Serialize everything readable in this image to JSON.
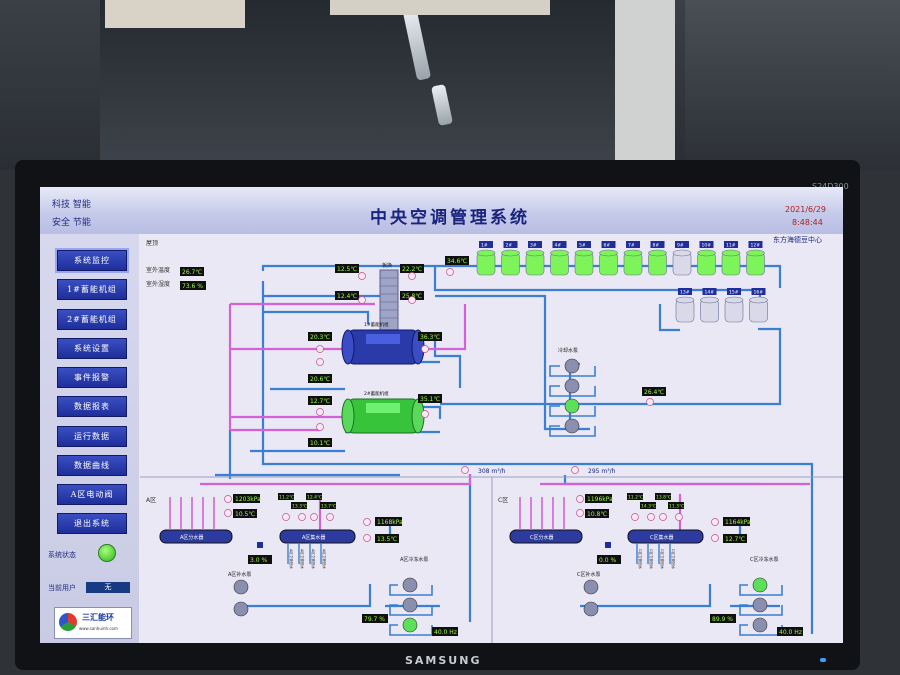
{
  "header": {
    "slogan_line1": "科技  智能",
    "slogan_line2": "安全  节能",
    "title": "中央空调管理系统",
    "date": "2021/6/29",
    "time": "8:48:44",
    "org": "东方海德豆中心"
  },
  "nav": [
    {
      "label": "系统监控",
      "active": true
    },
    {
      "label": "1#蓄能机组",
      "active": false
    },
    {
      "label": "2#蓄能机组",
      "active": false
    },
    {
      "label": "系统设置",
      "active": false
    },
    {
      "label": "事件报警",
      "active": false
    },
    {
      "label": "数据报表",
      "active": false
    },
    {
      "label": "运行数据",
      "active": false
    },
    {
      "label": "数据曲线",
      "active": false
    },
    {
      "label": "A区电动阀",
      "active": false
    },
    {
      "label": "退出系统",
      "active": false
    }
  ],
  "side": {
    "status_label": "系统状态",
    "user_label": "当前用户",
    "user_value": "无"
  },
  "logo": {
    "name": "三汇能环",
    "url": "www.sanhuinh.com"
  },
  "bezel": {
    "brand": "SAMSUNG",
    "model": "S24D300"
  },
  "roof": {
    "label": "屋顶",
    "outdoor_temp_label": "室外温度",
    "outdoor_temp": "26.7℃",
    "outdoor_humidity_label": "室外湿度",
    "outdoor_humidity": "73.6 %"
  },
  "cooling_towers": {
    "top": [
      {
        "label": "1#",
        "status": "on"
      },
      {
        "label": "2#",
        "status": "on"
      },
      {
        "label": "3#",
        "status": "on"
      },
      {
        "label": "4#",
        "status": "on"
      },
      {
        "label": "5#",
        "status": "on"
      },
      {
        "label": "6#",
        "status": "on"
      },
      {
        "label": "7#",
        "status": "on"
      },
      {
        "label": "8#",
        "status": "on"
      },
      {
        "label": "9#",
        "status": "off"
      },
      {
        "label": "10#",
        "status": "on"
      },
      {
        "label": "11#",
        "status": "on"
      },
      {
        "label": "12#",
        "status": "on"
      }
    ],
    "bottom": [
      {
        "label": "13#",
        "status": "off"
      },
      {
        "label": "14#",
        "status": "off"
      },
      {
        "label": "15#",
        "status": "off"
      },
      {
        "label": "16#",
        "status": "off"
      }
    ],
    "outlet_temp": "34.6℃"
  },
  "heat_exchanger": {
    "label": "板换",
    "t_left_top": "12.5℃",
    "t_left_bottom": "12.4℃",
    "t_right_top": "22.2℃",
    "t_right_bottom": "25.8℃"
  },
  "chiller1": {
    "label": "1#蓄能机组",
    "t_in_left": "20.3℃",
    "t_out_left": "20.6℃",
    "t_right": "36.3℃",
    "status": "on"
  },
  "chiller2": {
    "label": "2#蓄能机组",
    "t_in_left": "12.7℃",
    "t_out_left": "10.1℃",
    "t_right": "35.1℃",
    "status": "on"
  },
  "cooling_pumps": {
    "label": "冷却水泵",
    "return_temp": "26.4℃",
    "states": [
      "off",
      "off",
      "on",
      "off"
    ]
  },
  "mains": {
    "flow_a": "308 m³/h",
    "flow_c": "295 m³/h"
  },
  "zone_a": {
    "label": "A区",
    "supply_pressure": "1203kPa",
    "supply_temp": "10.5℃",
    "return_pressure": "1168kPa",
    "return_temp": "13.5℃",
    "branch_temps": [
      "11.2℃",
      "12.4℃",
      "13.3℃",
      "13.7℃"
    ],
    "valve_open": "3.0 %",
    "supply_header": "A区分水器",
    "return_header": "A区集水器",
    "makeup_pump": "A区补水泵",
    "chw_pump": "A区冷冻水泵",
    "bypass_open": "79.7 %",
    "freq": "40.0 Hz",
    "pump_states": [
      "off",
      "off",
      "on"
    ],
    "branch_names": [
      "A区立管回水",
      "A区立管回水",
      "A区立管回水",
      "A区立管回水"
    ]
  },
  "zone_c": {
    "label": "C区",
    "supply_pressure": "1196kPa",
    "supply_temp": "10.8℃",
    "return_pressure": "1164kPa",
    "return_temp": "12.7℃",
    "branch_temps": [
      "11.2℃",
      "13.8℃",
      "14.3℃",
      "11.3℃"
    ],
    "valve_open": "0.0 %",
    "supply_header": "C区分水器",
    "return_header": "C区集水器",
    "makeup_pump": "C区补水泵",
    "chw_pump": "C区冷冻水泵",
    "bypass_open": "89.9 %",
    "freq": "40.0 Hz",
    "pump_states": [
      "on",
      "off",
      "off"
    ],
    "branch_names": [
      "C区立管回水",
      "C区立管回水",
      "C区立管回水",
      "C区立管回水"
    ]
  },
  "colors": {
    "pipe_blue": "#3b7fd4",
    "pipe_magenta": "#d660d8",
    "value_bg": "#101010",
    "value_fg": "#9bff3a",
    "tower_on": "#7cf45a",
    "tower_off": "#d9d9ea"
  }
}
